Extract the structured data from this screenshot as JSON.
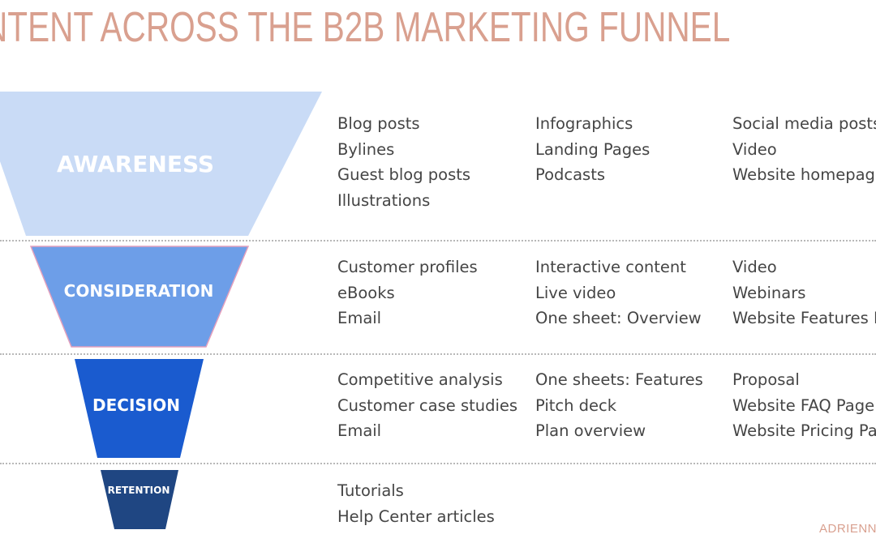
{
  "title": "NTENT ACROSS THE B2B MARKETING FUNNEL",
  "footer": "ADRIENNE S",
  "colors": {
    "awareness": "#c9dbf6",
    "consideration": "#6d9ee8",
    "decision": "#1a5bcf",
    "retention": "#1f4682",
    "title": "#d9a08f"
  },
  "stages": [
    {
      "label": "AWARENESS",
      "columns": [
        [
          "Blog posts",
          "Bylines",
          "Guest blog posts",
          "Illustrations"
        ],
        [
          "Infographics",
          "Landing Pages",
          "Podcasts"
        ],
        [
          "Social media posts",
          "Video",
          "Website homepage"
        ]
      ]
    },
    {
      "label": "CONSIDERATION",
      "columns": [
        [
          "Customer profiles",
          "eBooks",
          "Email"
        ],
        [
          "Interactive content",
          "Live video",
          "One sheet: Overview"
        ],
        [
          "Video",
          "Webinars",
          "Website Features P"
        ]
      ]
    },
    {
      "label": "DECISION",
      "columns": [
        [
          "Competitive analysis",
          "Customer case studies",
          "Email"
        ],
        [
          "One sheets: Features",
          "Pitch deck",
          "Plan overview"
        ],
        [
          "Proposal",
          "Website FAQ Page",
          "Website Pricing Pag"
        ]
      ]
    },
    {
      "label": "RETENTION",
      "columns": [
        [
          "Tutorials",
          "Help Center articles"
        ]
      ]
    }
  ]
}
